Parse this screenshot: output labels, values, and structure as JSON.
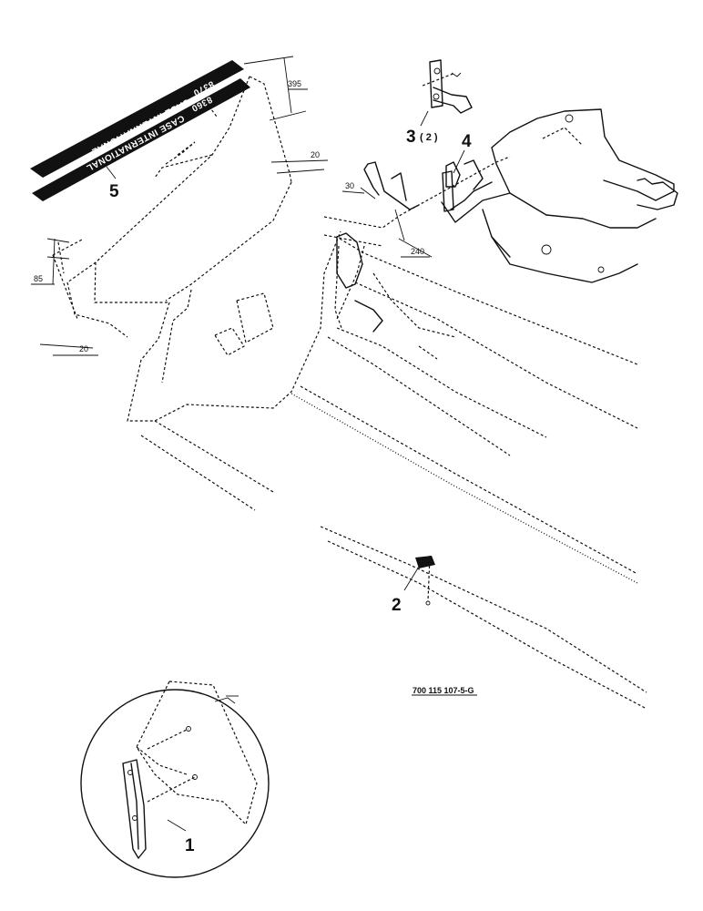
{
  "callouts": {
    "c1": "1",
    "c2": "2",
    "c3": "3",
    "c3_qty": "( 2 )",
    "c4": "4",
    "c5": "5"
  },
  "dimensions": {
    "d395": "395",
    "d20_top": "20",
    "d30": "30",
    "d240": "240",
    "d85": "85",
    "d20_bottom": "20"
  },
  "decals": {
    "model_a": "8370",
    "brand_a": "CASE INTERNATIONAL",
    "model_b": "8360",
    "brand_b": "CASE INTERNATIONAL"
  },
  "reference_number": "700 115 107-5-G"
}
